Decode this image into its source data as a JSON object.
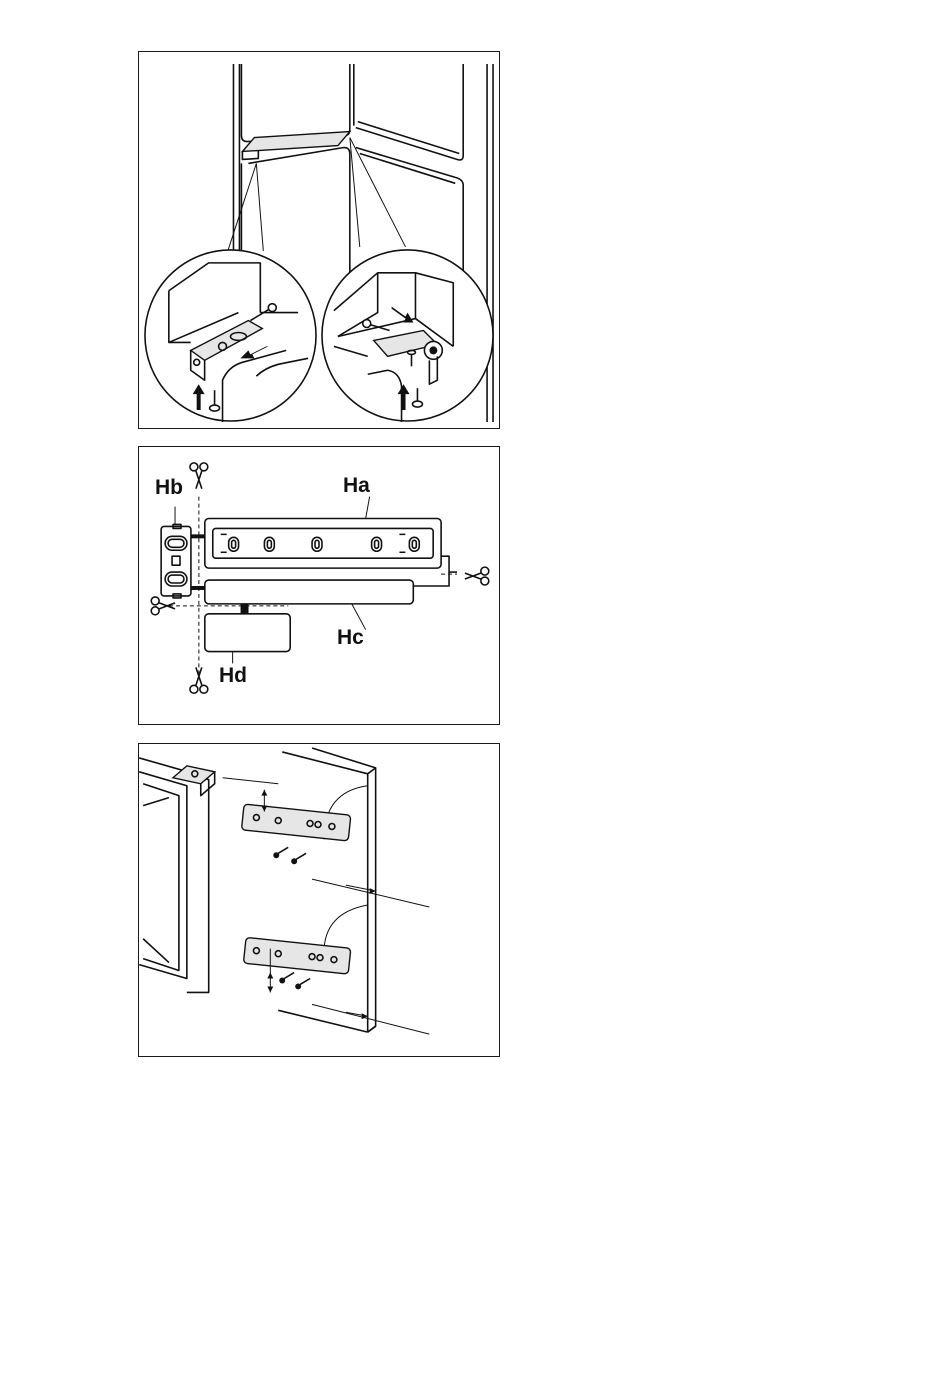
{
  "figures": {
    "hinge_parts": {
      "labels": {
        "ha": "Ha",
        "hb": "Hb",
        "hc": "Hc",
        "hd": "Hd"
      },
      "icons": [
        "scissors-icon"
      ]
    },
    "ceiling_detail": {
      "icons": [
        "screw-icon",
        "arrow-up-icon",
        "arrow-diagonal-icon"
      ]
    },
    "door_mount": {
      "icons": [
        "screw-icon",
        "dimension-arrow-icon"
      ]
    }
  },
  "colors": {
    "line": "#111111",
    "background": "#ffffff",
    "shade": "#e6e6e6"
  }
}
